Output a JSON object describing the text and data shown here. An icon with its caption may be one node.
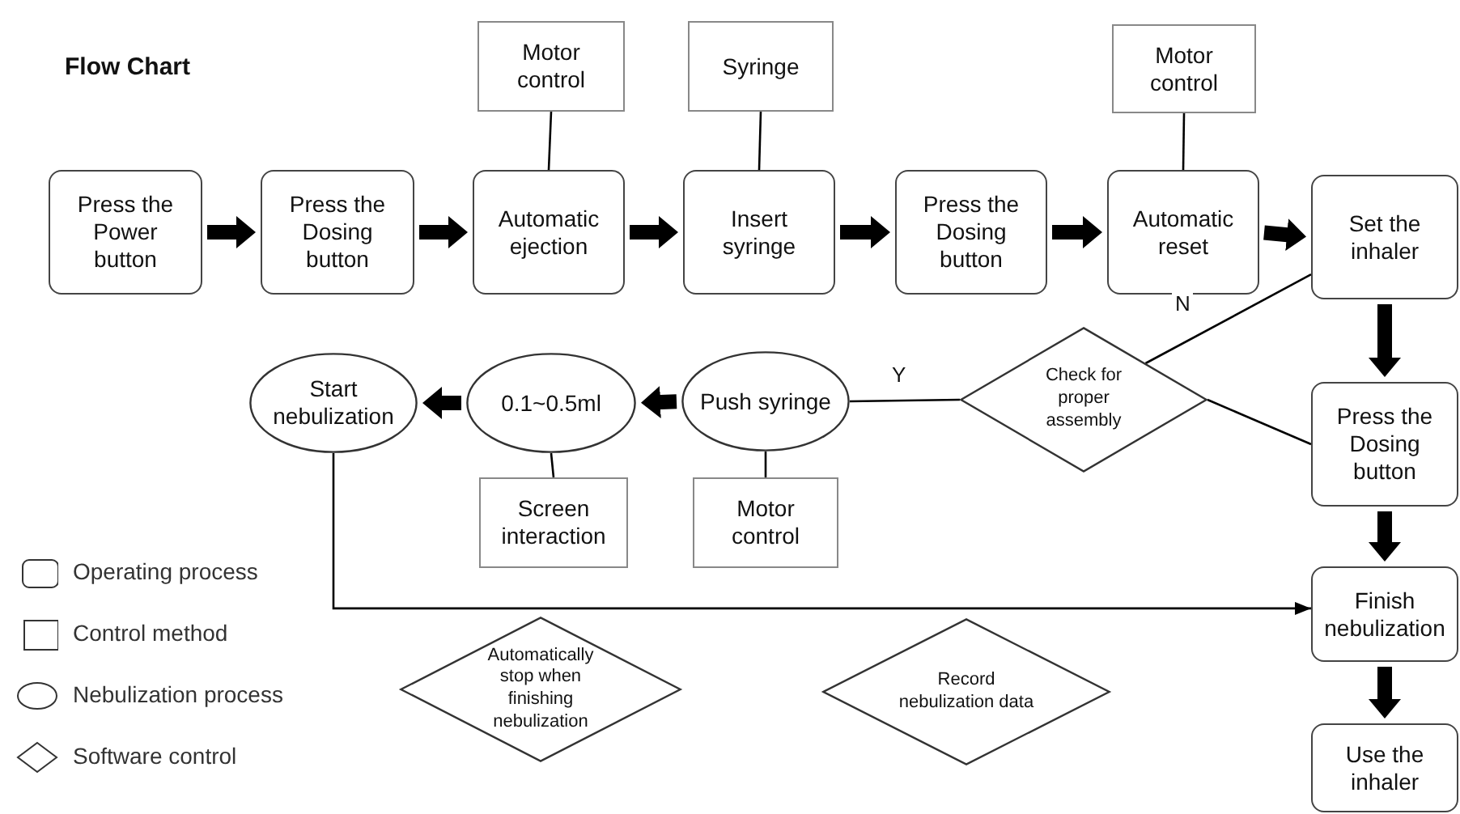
{
  "diagram": {
    "title": "Flow Chart",
    "nodes": [
      {
        "text": [
          "Press the Power button"
        ]
      },
      {
        "text": [
          "Press the Dosing button"
        ]
      },
      {
        "text": [
          "Motor control"
        ]
      },
      {
        "text": [
          "Automatic ejection"
        ]
      },
      {
        "text": [
          "Syringe"
        ]
      },
      {
        "text": [
          "Insert syringe"
        ]
      },
      {
        "text": [
          "Press the Dosing button"
        ]
      },
      {
        "text": [
          "Motor control"
        ]
      },
      {
        "text": [
          "Automatic reset"
        ]
      },
      {
        "text": [
          "Set the inhaler"
        ]
      },
      {
        "text": [
          "Check for proper assembly"
        ]
      },
      {
        "text": [
          "Press the Dosing button"
        ]
      },
      {
        "text": [
          "Push syringe"
        ]
      },
      {
        "text": [
          "0.1~0.5ml"
        ]
      },
      {
        "text": [
          "Start nebulization"
        ]
      },
      {
        "text": [
          "Screen interaction"
        ]
      },
      {
        "text": [
          "Motor control"
        ]
      },
      {
        "text": [
          "Finish nebulization"
        ]
      },
      {
        "text": [
          "Automatically stop when finishing nebulization"
        ]
      },
      {
        "text": [
          "Record nebulization data"
        ]
      },
      {
        "text": [
          "Use the inhaler"
        ]
      }
    ],
    "edges": [
      {
        "from": 0,
        "to": 1,
        "arrow": "to"
      },
      {
        "from": 1,
        "to": 3,
        "arrow": "to"
      },
      {
        "from": 3,
        "to": 5,
        "arrow": "to"
      },
      {
        "from": 5,
        "to": 6,
        "arrow": "to"
      },
      {
        "from": 6,
        "to": 8,
        "arrow": "to"
      },
      {
        "from": 8,
        "to": 9,
        "arrow": "to"
      },
      {
        "from": 2,
        "to": 3,
        "arrow": "none"
      },
      {
        "from": 4,
        "to": 5,
        "arrow": "none"
      },
      {
        "from": 7,
        "to": 8,
        "arrow": "none"
      },
      {
        "from": 9,
        "to": 10,
        "arrow": "none",
        "label": "N"
      },
      {
        "from": 10,
        "to": 11,
        "arrow": "none"
      },
      {
        "from": 9,
        "to": 11,
        "arrow": "to"
      },
      {
        "from": 10,
        "to": 12,
        "arrow": "none",
        "label": "Y"
      },
      {
        "from": 12,
        "to": 13,
        "arrow": "to"
      },
      {
        "from": 13,
        "to": 14,
        "arrow": "to"
      },
      {
        "from": 13,
        "to": 15,
        "arrow": "none"
      },
      {
        "from": 12,
        "to": 16,
        "arrow": "none"
      },
      {
        "from": 14,
        "to": 17,
        "arrow": "to"
      },
      {
        "from": 11,
        "to": 17,
        "arrow": "to"
      },
      {
        "from": 17,
        "to": 20,
        "arrow": "to"
      }
    ],
    "legend": [
      {
        "text": "Operating process"
      },
      {
        "text": "Control method"
      },
      {
        "text": "Nebulization process"
      },
      {
        "text": "Software control"
      }
    ]
  }
}
